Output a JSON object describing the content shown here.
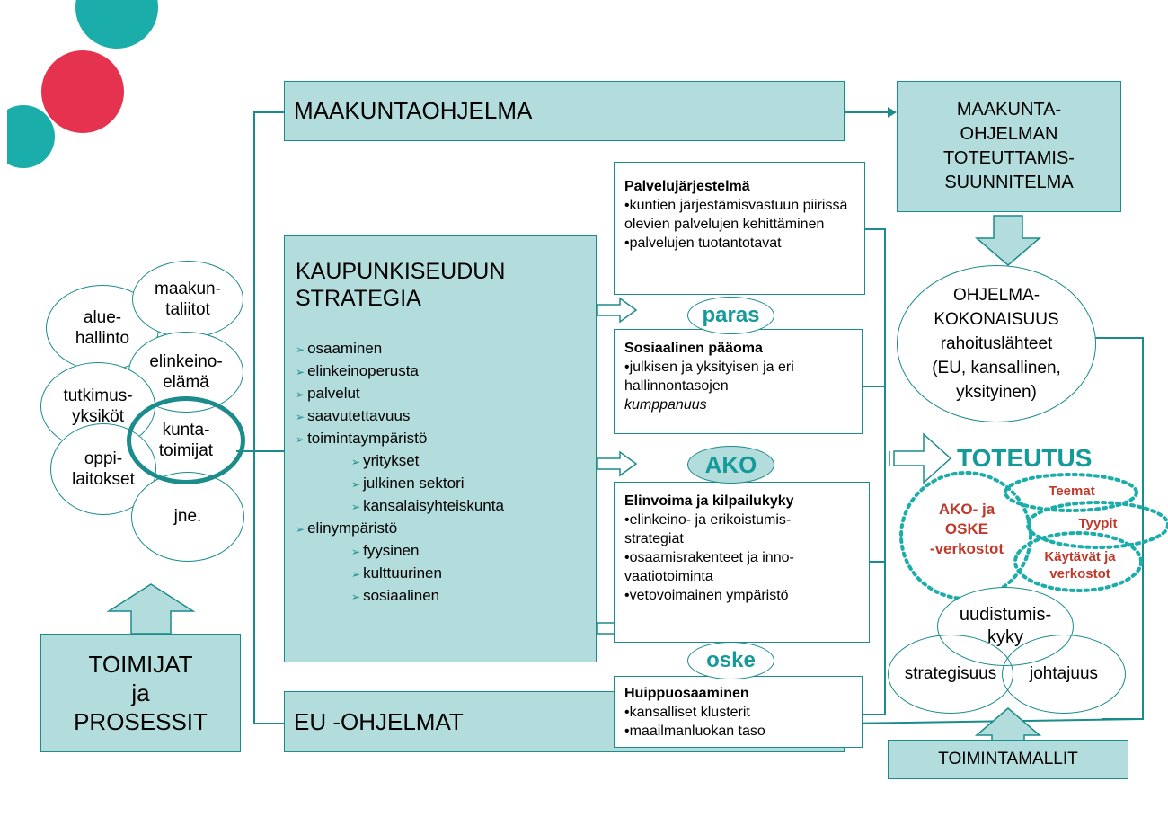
{
  "logo_colors": {
    "teal": "#1aada9",
    "red": "#e5334f"
  },
  "maakuntaohjelma": "MAAKUNTAOHJELMA",
  "eu_ohjelmat": "EU -OHJELMAT",
  "toteuttamis": "MAAKUNTA-\nOHJELMAN\nTOTEUTTAMIS-\nSUUNNITELMA",
  "strategia": {
    "title": "KAUPUNKISEUDUN\nSTRATEGIA",
    "items": [
      {
        "text": "osaaminen",
        "level": 0
      },
      {
        "text": "elinkeinoperusta",
        "level": 0
      },
      {
        "text": "palvelut",
        "level": 0
      },
      {
        "text": "saavutettavuus",
        "level": 0
      },
      {
        "text": "toimintaympäristö",
        "level": 0
      },
      {
        "text": "yritykset",
        "level": 1
      },
      {
        "text": "julkinen sektori",
        "level": 1
      },
      {
        "text": "kansalaisyhteiskunta",
        "level": 1
      },
      {
        "text": "elinympäristö",
        "level": 0
      },
      {
        "text": "fyysinen",
        "level": 1
      },
      {
        "text": "kulttuurinen",
        "level": 1
      },
      {
        "text": "sosiaalinen",
        "level": 1
      }
    ]
  },
  "actors": {
    "alue": "alue-\nhallinto",
    "maakun": "maakun-\ntaliitot",
    "elinkeino": "elinkeino-\nelämä",
    "tutkimus": "tutkimus-\nyksiköt",
    "kunta": "kunta-\ntoimijat",
    "oppi": "oppi-\nlaitokset",
    "jne": "jne."
  },
  "toimijat": "TOIMIJAT\nja\nPROSESSIT",
  "boxes": {
    "palvelu": {
      "title": "Palvelujärjestelmä",
      "items": [
        "•kuntien järjestämisvastuun piirissä olevien palvelujen kehittäminen",
        "•palvelujen tuotantotavat"
      ]
    },
    "sosiaalinen": {
      "title": "Sosiaalinen pääoma",
      "items": [
        "•julkisen ja yksityisen ja eri hallinnontasojen"
      ],
      "italic": "kumppanuus"
    },
    "elinvoima": {
      "title": "Elinvoima ja kilpailukyky",
      "items": [
        "•elinkeino- ja erikoistumis-strategiat",
        "•osaamisrakenteet ja inno-vaatiotoiminta",
        "•vetovoimainen ympäristö"
      ]
    },
    "huippu": {
      "title": "Huippuosaaminen",
      "items": [
        "•kansalliset klusterit",
        "•maailmanluokan taso"
      ]
    }
  },
  "tags": {
    "paras": "paras",
    "ako": "AKO",
    "oske": "oske"
  },
  "ohjelma": "OHJELMA-\nKOKONAISUUS\nrahoituslähteet\n(EU, kansallinen,\nyksityinen)",
  "toteutus": "TOTEUTUS",
  "red": {
    "ako": "AKO- ja\nOSKE\n-verkostot",
    "teemat": "Teemat",
    "tyypit": "Tyypit",
    "kaytavat": "Käytävät ja\nverkostot"
  },
  "uudistumis": "uudistumis-\nkyky",
  "strategisuus": "strategisuus",
  "johtajuus": "johtajuus",
  "toimintamallit": "TOIMINTAMALLIT"
}
